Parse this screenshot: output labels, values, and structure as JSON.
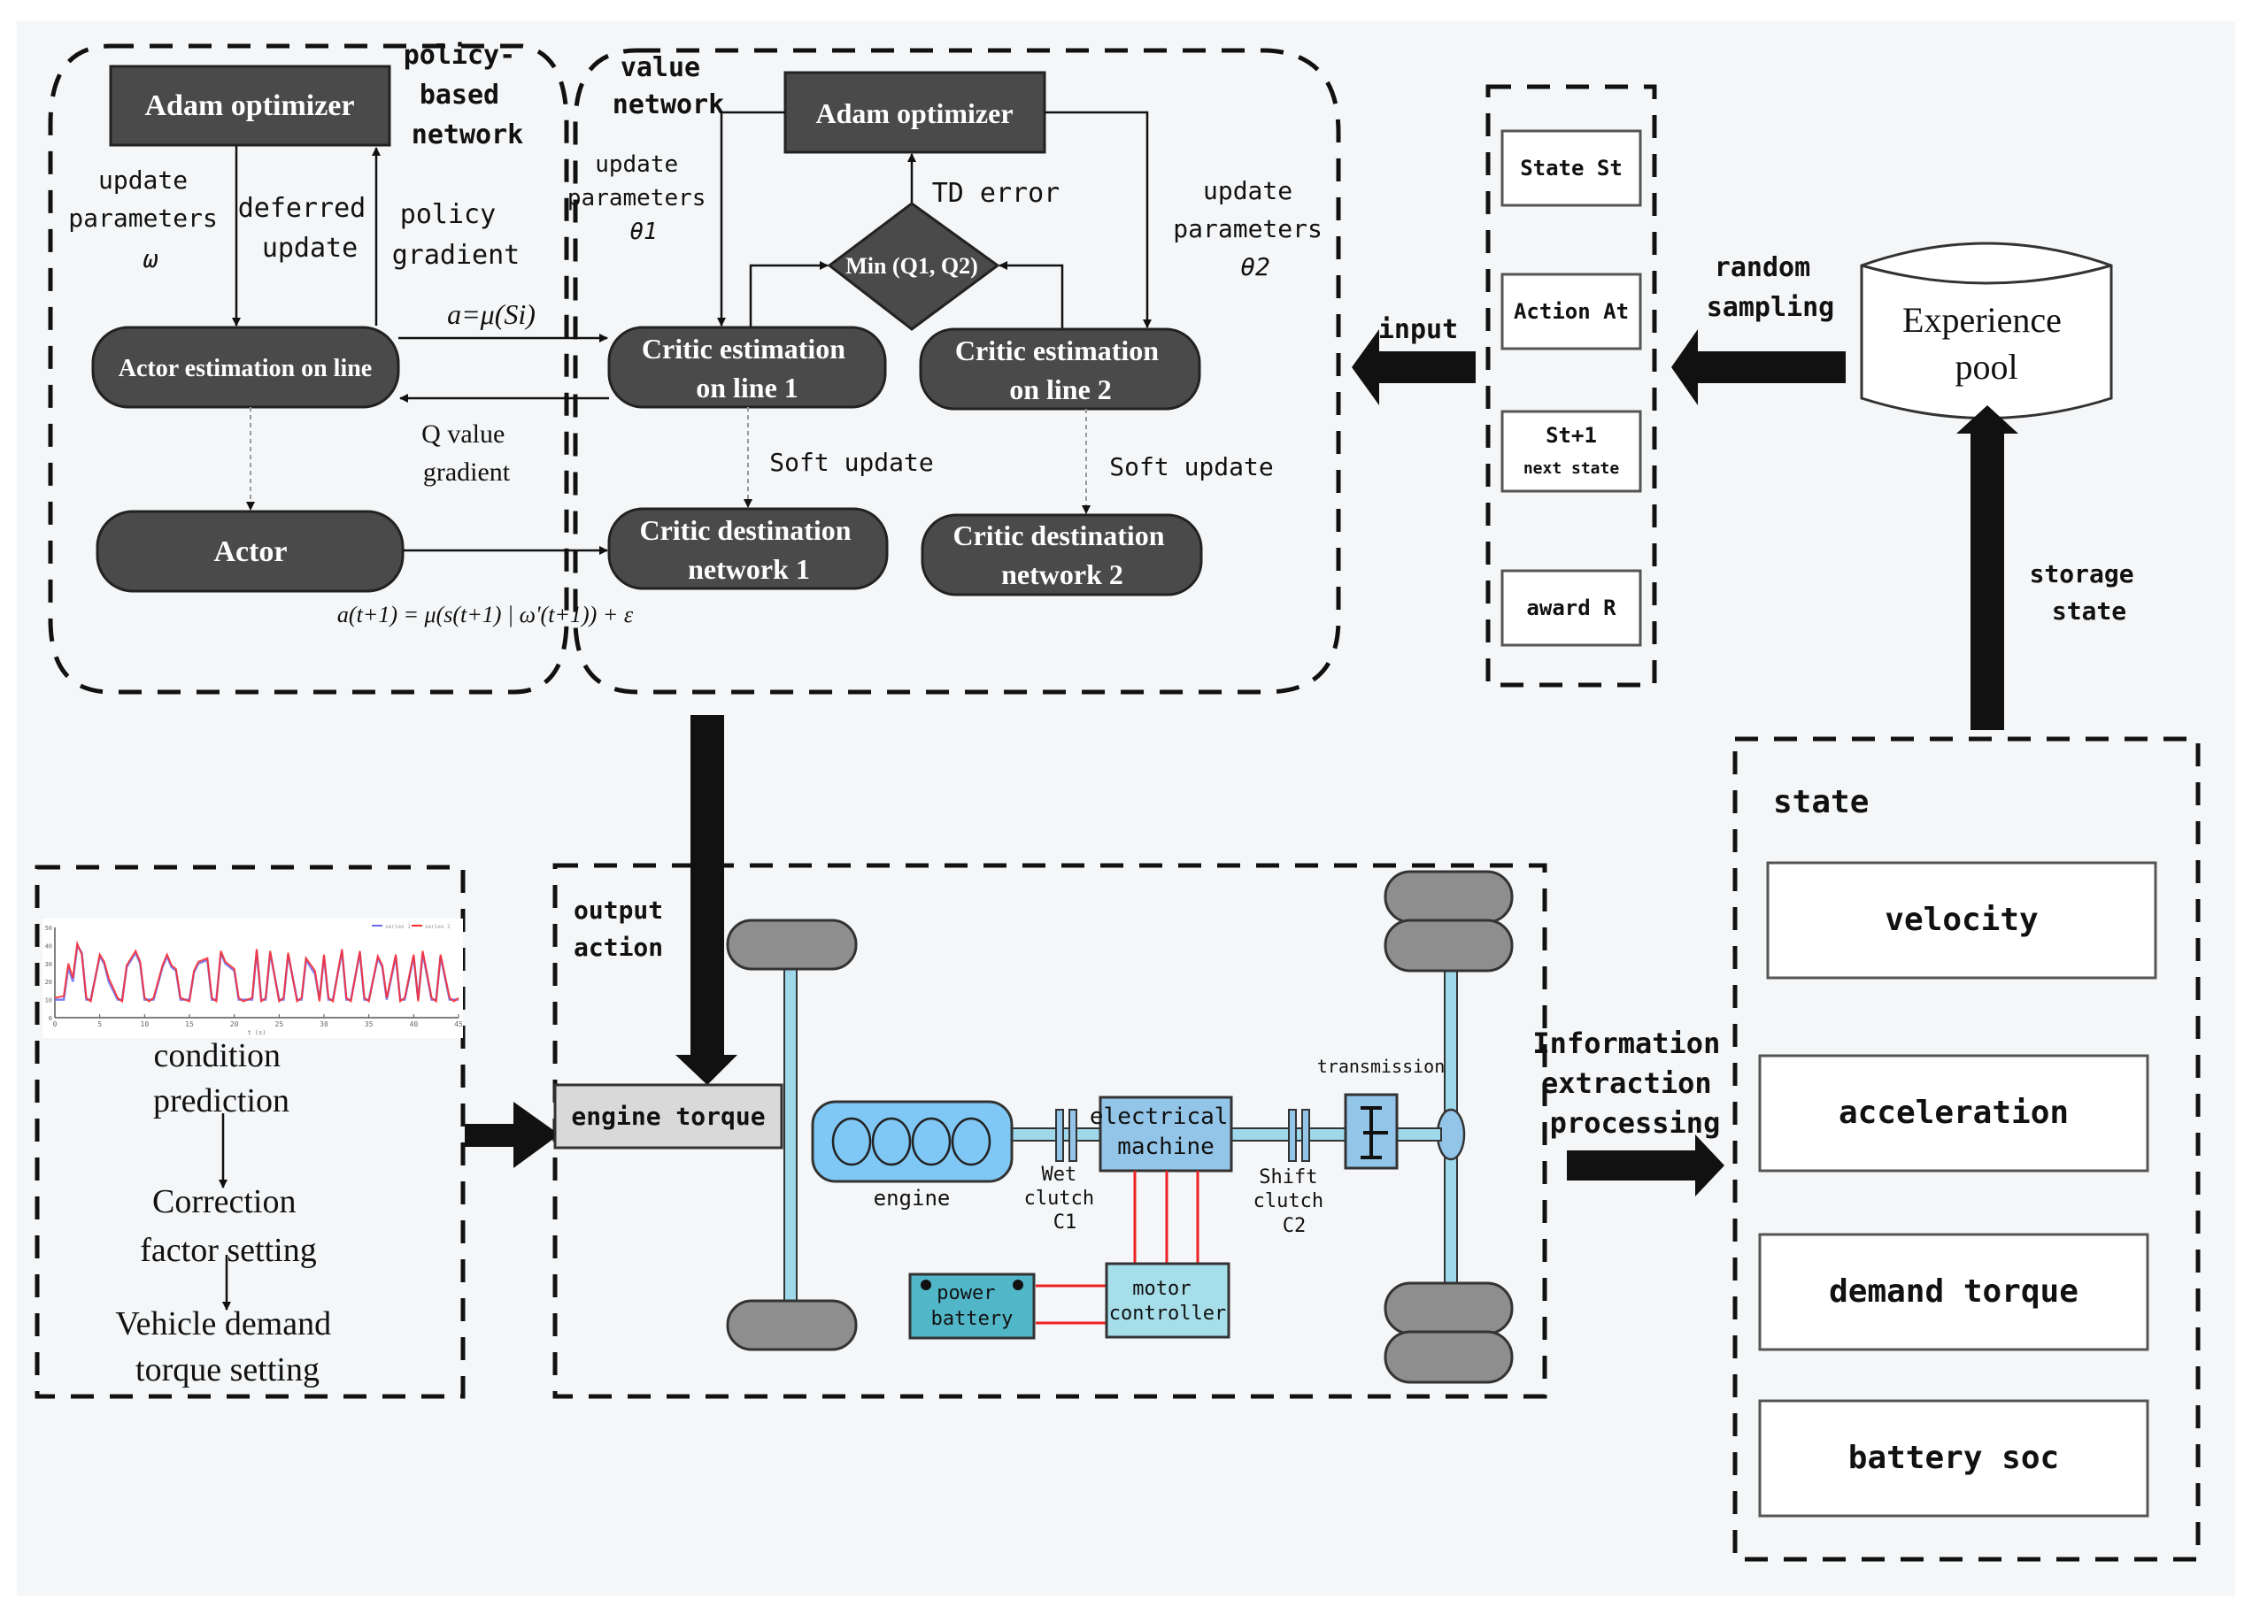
{
  "policy_network": {
    "group_label": [
      "policy-",
      "based",
      "network"
    ],
    "adam_optimizer": "Adam optimizer",
    "update_parameters": [
      "update",
      "parameters",
      "ω"
    ],
    "deferred_update": [
      "deferred",
      "update"
    ],
    "policy_gradient": [
      "policy",
      "gradient"
    ],
    "action_formula": "a=μ(Si)",
    "actor_online": "Actor estimation on line",
    "q_value_gradient": [
      "Q value",
      "gradient"
    ],
    "actor": "Actor",
    "target_action_formula": "a(t+1) = μ(s(t+1) | ω'(t+1)) + ε"
  },
  "value_network": {
    "group_label": [
      "value",
      "network"
    ],
    "adam_optimizer": "Adam optimizer",
    "update_parameters_1": [
      "update",
      "parameters",
      "θ1"
    ],
    "update_parameters_2": [
      "update",
      "parameters",
      "θ2"
    ],
    "td_error": "TD error",
    "min_node": "Min (Q1, Q2)",
    "critic_online_1": [
      "Critic estimation",
      "on line 1"
    ],
    "critic_online_2": [
      "Critic estimation",
      "on line 2"
    ],
    "soft_update_1": "Soft update",
    "soft_update_2": "Soft update",
    "critic_target_1": [
      "Critic destination",
      "network 1"
    ],
    "critic_target_2": [
      "Critic destination",
      "network 2"
    ]
  },
  "replay": {
    "input_label": "input",
    "random_sampling": [
      "random",
      "sampling"
    ],
    "items": [
      {
        "label": [
          "State St"
        ]
      },
      {
        "label": [
          "Action At"
        ]
      },
      {
        "label": [
          "St+1",
          "next state"
        ]
      },
      {
        "label": [
          "award R"
        ]
      }
    ],
    "experience_pool": [
      "Experience",
      "pool"
    ],
    "storage_state": [
      "storage",
      "state"
    ]
  },
  "state_panel": {
    "title": "state",
    "items": [
      "velocity",
      "acceleration",
      "demand torque",
      "battery soc"
    ]
  },
  "info_extraction": [
    "Information",
    "extraction",
    "processing"
  ],
  "prediction_panel": {
    "steps": [
      [
        "condition",
        "prediction"
      ],
      [
        "Correction",
        "factor setting"
      ],
      [
        "Vehicle demand",
        "torque setting"
      ]
    ]
  },
  "powertrain": {
    "output_action": [
      "output",
      "action"
    ],
    "engine_torque": "engine torque",
    "engine": "engine",
    "wet_clutch": [
      "Wet",
      "clutch",
      "C1"
    ],
    "electrical_machine": [
      "electrical",
      "machine"
    ],
    "shift_clutch": [
      "Shift",
      "clutch",
      "C2"
    ],
    "transmission": "transmission",
    "power_battery": [
      "power",
      "battery"
    ],
    "motor_controller": [
      "motor",
      "controller"
    ]
  },
  "chart_data": {
    "type": "line",
    "title": "",
    "xlabel": "t (s)",
    "ylabel": "",
    "x_ticks": [
      0,
      5,
      10,
      15,
      20,
      25,
      30,
      35,
      40,
      45
    ],
    "y_ticks": [
      0,
      10,
      20,
      30,
      40,
      50
    ],
    "xlim": [
      0,
      45
    ],
    "ylim": [
      0,
      50
    ],
    "legend_position": "top-right",
    "series": [
      {
        "name": "series 1",
        "color": "#6a6af0",
        "x": [
          0,
          1,
          1.5,
          2,
          2.5,
          3,
          3.5,
          4,
          5,
          5.5,
          6,
          7,
          7.5,
          8,
          9,
          9.5,
          10,
          10.5,
          11,
          12,
          12.5,
          13,
          13.5,
          14,
          15,
          15.5,
          16,
          17,
          17.5,
          18,
          18.5,
          19,
          20,
          20.5,
          21,
          22,
          22.5,
          23,
          23.5,
          24,
          25,
          25.5,
          26,
          27,
          27.5,
          28,
          29,
          29.5,
          30,
          30.5,
          31,
          32,
          32.5,
          33,
          34,
          34.5,
          35,
          36,
          36.5,
          37,
          38,
          38.5,
          39,
          40,
          40.5,
          41,
          42,
          42.5,
          43,
          44,
          44.5,
          45
        ],
        "y": [
          10,
          10,
          28,
          20,
          40,
          36,
          10,
          10,
          34,
          30,
          20,
          10,
          10,
          28,
          36,
          30,
          10,
          10,
          10,
          28,
          34,
          28,
          26,
          10,
          10,
          25,
          30,
          32,
          10,
          10,
          36,
          30,
          26,
          10,
          10,
          10,
          37,
          10,
          10,
          36,
          10,
          10,
          35,
          10,
          10,
          32,
          24,
          10,
          34,
          10,
          10,
          37,
          10,
          10,
          36,
          10,
          10,
          33,
          28,
          10,
          34,
          10,
          10,
          34,
          10,
          36,
          10,
          10,
          34,
          10,
          10,
          10
        ]
      },
      {
        "name": "series 2",
        "color": "#ff2a2a",
        "x": [
          0,
          1,
          1.5,
          2,
          2.5,
          3,
          3.5,
          4,
          5,
          5.5,
          6,
          7,
          7.5,
          8,
          9,
          9.5,
          10,
          10.5,
          11,
          12,
          12.5,
          13,
          13.5,
          14,
          15,
          15.5,
          16,
          17,
          17.5,
          18,
          18.5,
          19,
          20,
          20.5,
          21,
          22,
          22.5,
          23,
          23.5,
          24,
          25,
          25.5,
          26,
          27,
          27.5,
          28,
          29,
          29.5,
          30,
          30.5,
          31,
          32,
          32.5,
          33,
          34,
          34.5,
          35,
          36,
          36.5,
          37,
          38,
          38.5,
          39,
          40,
          40.5,
          41,
          42,
          42.5,
          43,
          44,
          44.5,
          45
        ],
        "y": [
          11,
          12,
          30,
          22,
          41,
          35,
          11,
          9,
          35,
          31,
          22,
          11,
          9,
          29,
          37,
          31,
          11,
          9,
          11,
          29,
          35,
          29,
          27,
          11,
          9,
          26,
          31,
          33,
          11,
          9,
          37,
          31,
          27,
          11,
          9,
          11,
          38,
          9,
          11,
          37,
          9,
          11,
          36,
          9,
          11,
          33,
          26,
          9,
          35,
          11,
          9,
          38,
          11,
          9,
          37,
          11,
          9,
          34,
          29,
          11,
          35,
          9,
          11,
          35,
          9,
          37,
          11,
          9,
          35,
          11,
          9,
          11
        ]
      }
    ]
  }
}
